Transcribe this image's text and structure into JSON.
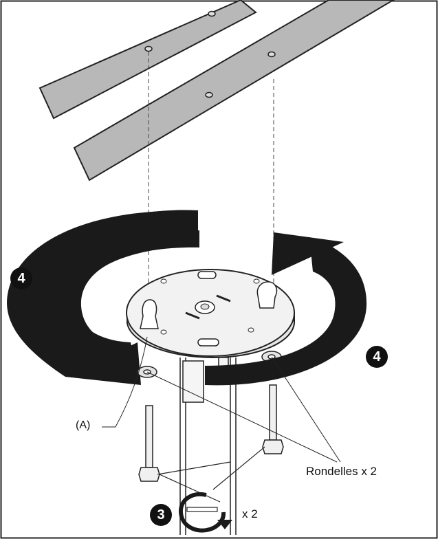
{
  "colors": {
    "frame": "#222222",
    "plank_fill": "#b8b8b8",
    "arrow_fill": "#1a1a1a",
    "plate_fill": "#f2f2f2",
    "line": "#333333"
  },
  "icons": {
    "step_badge": "filled-black-circle-number",
    "rotation_arrow": "curved-arrow",
    "washer": "ring-washer",
    "bolt": "hex-bolt"
  },
  "callouts": {
    "step_left": "4",
    "step_right": "4",
    "step_bottom": "3",
    "part_a": "(A)",
    "washers": "Rondelles x 2",
    "bolt_count": "x 2"
  }
}
